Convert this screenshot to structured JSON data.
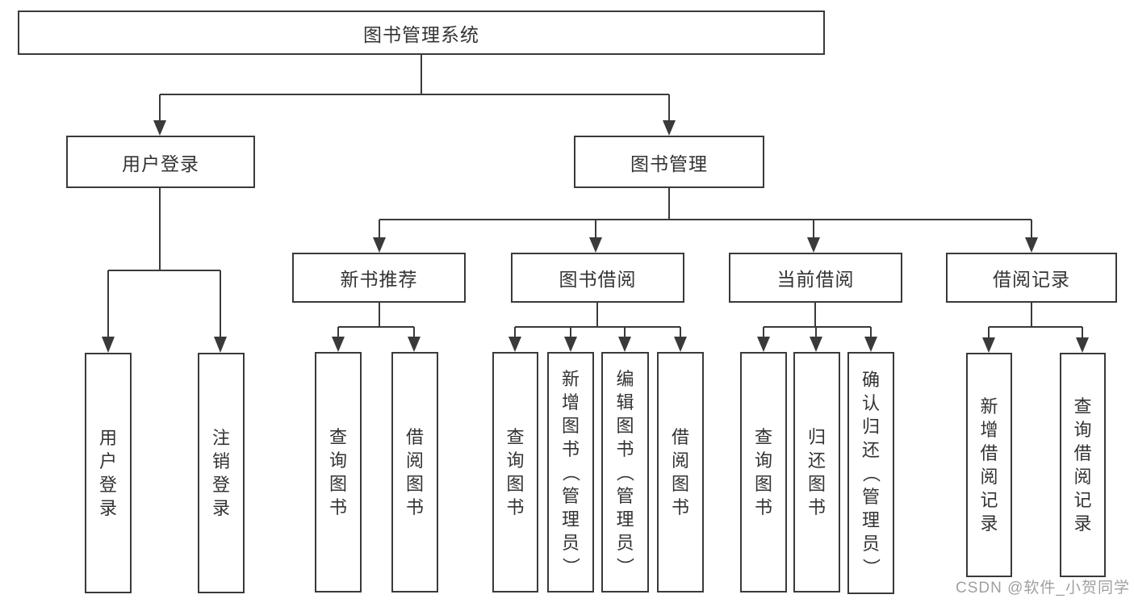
{
  "diagram": {
    "root": {
      "label": "图书管理系统",
      "children": [
        {
          "label": "用户登录",
          "children": [
            {
              "label": "用户登录"
            },
            {
              "label": "注销登录"
            }
          ]
        },
        {
          "label": "图书管理",
          "children": [
            {
              "label": "新书推荐",
              "children": [
                {
                  "label": "查询图书"
                },
                {
                  "label": "借阅图书"
                }
              ]
            },
            {
              "label": "图书借阅",
              "children": [
                {
                  "label": "查询图书"
                },
                {
                  "label": "新增图书（管理员）"
                },
                {
                  "label": "编辑图书（管理员）"
                },
                {
                  "label": "借阅图书"
                }
              ]
            },
            {
              "label": "当前借阅",
              "children": [
                {
                  "label": "查询图书"
                },
                {
                  "label": "归还图书"
                },
                {
                  "label": "确认归还（管理员）"
                }
              ]
            },
            {
              "label": "借阅记录",
              "children": [
                {
                  "label": "新增借阅记录"
                },
                {
                  "label": "查询借阅记录"
                }
              ]
            }
          ]
        }
      ]
    }
  },
  "watermark": {
    "text": "CSDN @软件_小贺同学"
  },
  "colors": {
    "line": "#3a3a3a",
    "text": "#333333",
    "bg": "#ffffff",
    "watermark": "#a0a0a0"
  }
}
